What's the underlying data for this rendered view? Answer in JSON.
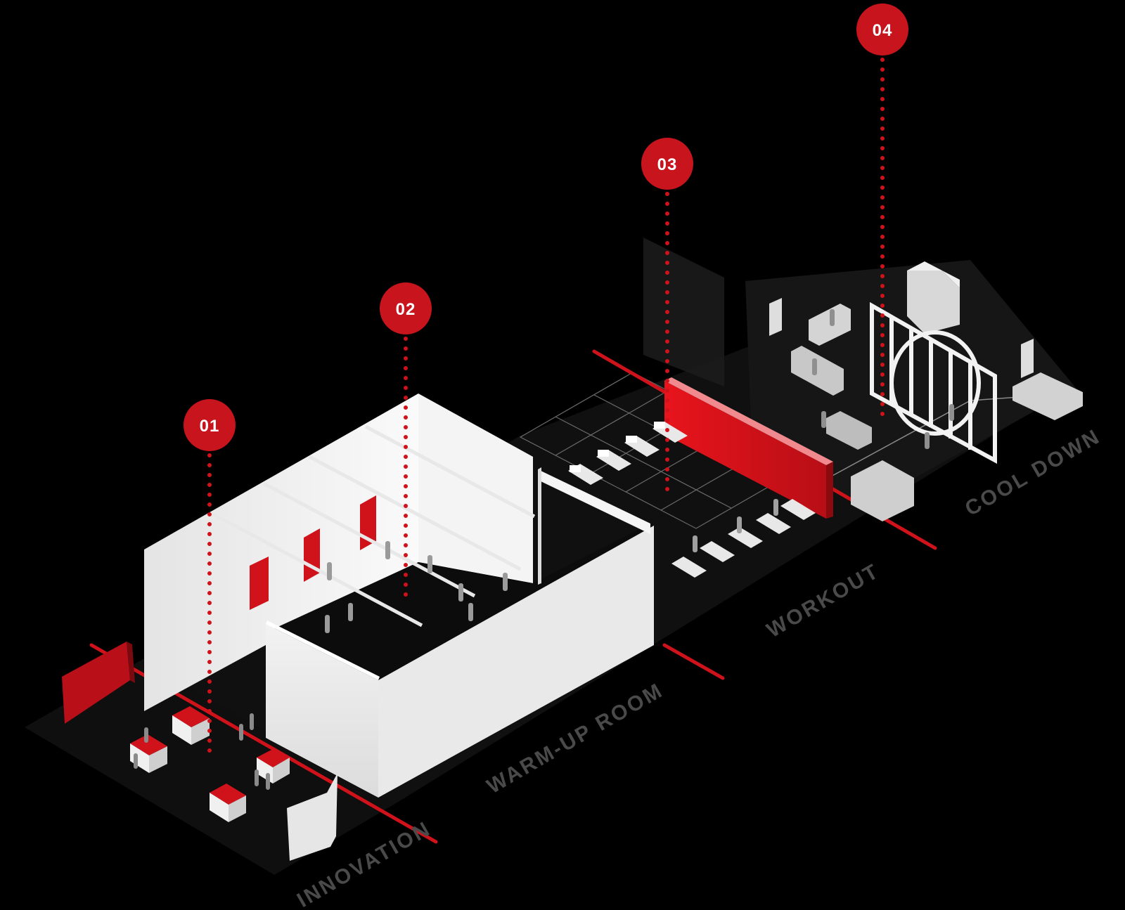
{
  "markers": [
    {
      "id": "01"
    },
    {
      "id": "02"
    },
    {
      "id": "03"
    },
    {
      "id": "04"
    }
  ],
  "zones": {
    "innovation": "INNOVATION",
    "warmup": "WARM-UP ROOM",
    "workout": "WORKOUT",
    "cooldown": "COOL DOWN"
  },
  "colors": {
    "background": "#000000",
    "floor": "#111111",
    "accent_red": "#d0121b",
    "marker_red": "#c8141c",
    "wall": "#ececec",
    "label": "#4a4a4a"
  }
}
